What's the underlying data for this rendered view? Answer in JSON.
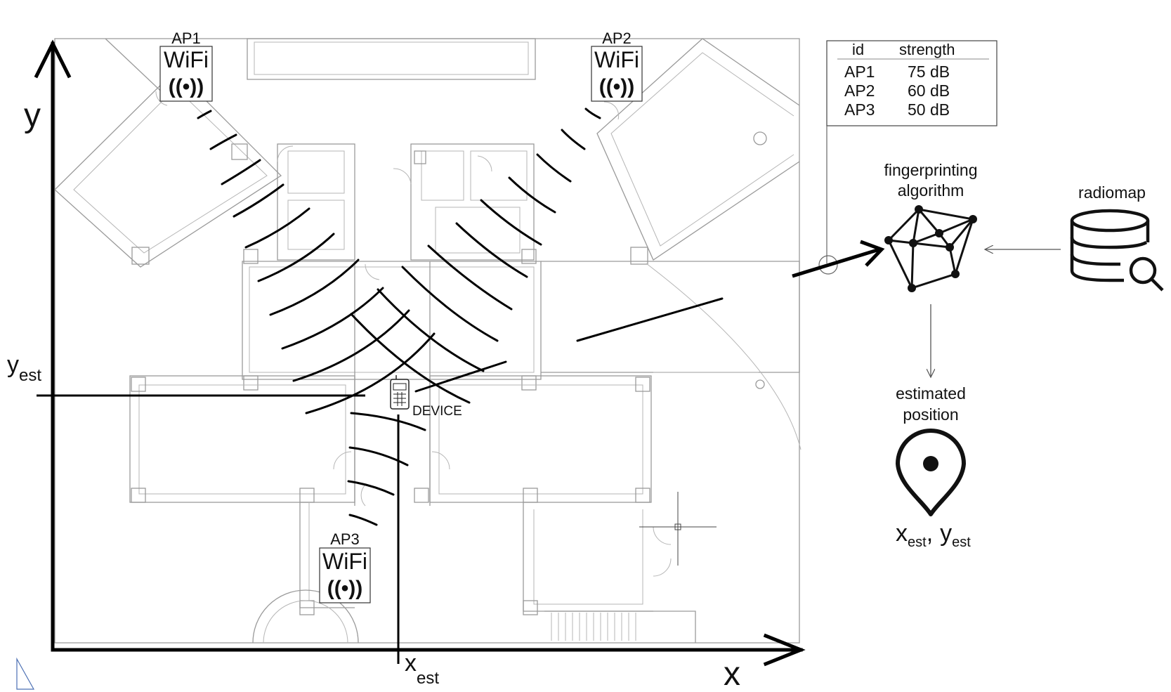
{
  "axes": {
    "x_label": "x",
    "y_label": "y"
  },
  "estimate_labels": {
    "x_main": "x",
    "x_sub": "est",
    "y_main": "y",
    "y_sub": "est"
  },
  "access_points": [
    {
      "id": "AP1",
      "badge": "WiFi",
      "wave_glyph": "((•))"
    },
    {
      "id": "AP2",
      "badge": "WiFi",
      "wave_glyph": "((•))"
    },
    {
      "id": "AP3",
      "badge": "WiFi",
      "wave_glyph": "((•))"
    }
  ],
  "device": {
    "label": "DEVICE",
    "icon": "mobile-phone-icon"
  },
  "signal_table": {
    "headers": [
      "id",
      "strength"
    ],
    "rows": [
      [
        "AP1",
        "75 dB"
      ],
      [
        "AP2",
        "60 dB"
      ],
      [
        "AP3",
        "50 dB"
      ]
    ]
  },
  "algorithm": {
    "line1": "fingerprinting",
    "line2": "algorithm",
    "icon": "network-graph-icon"
  },
  "radiomap": {
    "label": "radiomap",
    "icon": "database-search-icon"
  },
  "result": {
    "line1": "estimated",
    "line2": "position",
    "icon": "map-pin-icon",
    "x_main": "x",
    "x_sub": "est",
    "y_main": "y",
    "y_sub": "est",
    "separator": ","
  },
  "colors": {
    "ink": "#000000",
    "floorplan": "#9a9a9a",
    "background": "#ffffff"
  }
}
